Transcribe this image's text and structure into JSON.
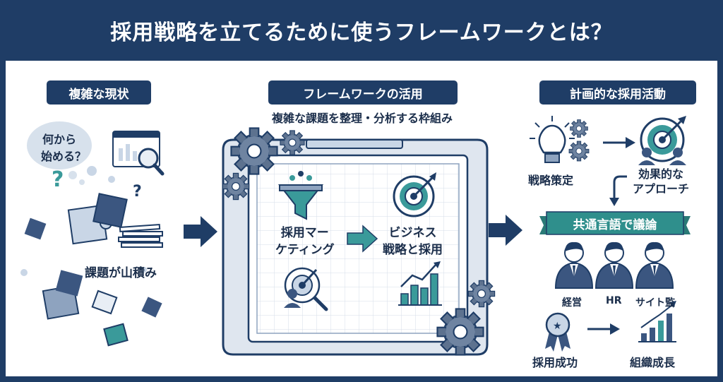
{
  "title": "採用戦略を立てるために使うフレームワークとは？",
  "left": {
    "label": "複雑な現状",
    "bubble_line1": "何から",
    "bubble_line2": "始める？",
    "caption": "課題が山積み"
  },
  "center": {
    "label": "フレームワークの活用",
    "subtitle": "複雑な課題を整理・分析する枠組み",
    "from_line1": "採用マー",
    "from_line2": "ケティング",
    "to_line1": "ビジネス",
    "to_line2": "戦略と採用"
  },
  "right": {
    "label": "計画的な採用活動",
    "strategy": "戦略策定",
    "approach_line1": "効果的な",
    "approach_line2": "アプローチ",
    "banner": "共通言語で議論",
    "person1": "経営",
    "person2": "HR",
    "person3": "サイト監",
    "success": "採用成功",
    "growth": "組織成長"
  },
  "colors": {
    "navy": "#1f3d66",
    "teal": "#3a9a9a",
    "teal_banner": "#2f8f8c",
    "light_blue": "#c9d6e6"
  },
  "icons": [
    "speech-bubble-icon",
    "question-mark-icon",
    "dashboard-icon",
    "magnifier-icon",
    "puzzle-icon",
    "stacked-papers-icon",
    "gear-icon",
    "funnel-icon",
    "target-icon",
    "people-icon",
    "bar-chart-icon",
    "lightbulb-icon",
    "businessperson-icon",
    "medal-icon",
    "growth-chart-icon",
    "arrow-icon"
  ]
}
